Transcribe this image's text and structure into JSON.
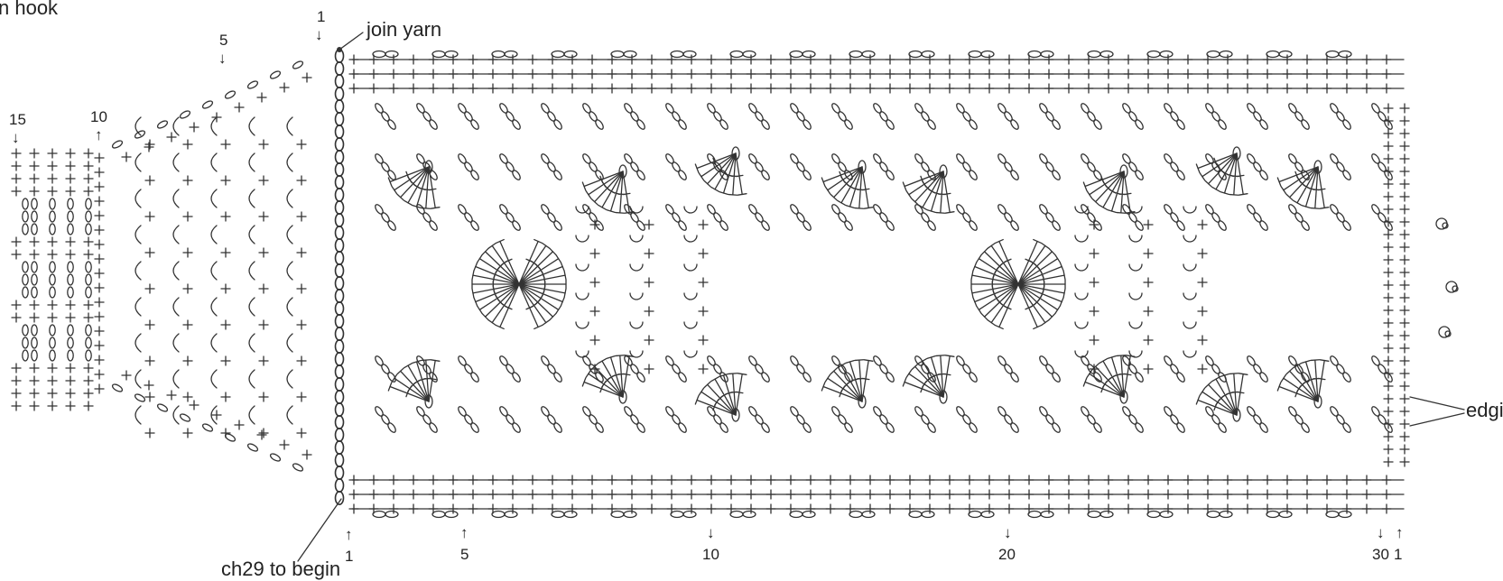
{
  "title": "n hook",
  "annotations": {
    "join_yarn": "join yarn",
    "ch29_to_begin": "ch29 to begin",
    "edging": "edging"
  },
  "row_labels": {
    "top_1": "1",
    "top_5": "5",
    "left_10": "10",
    "left_15": "15",
    "bottom_1": "1",
    "bottom_5": "5",
    "bottom_10": "10",
    "bottom_20": "20",
    "bottom_30": "30",
    "bottom_1b": "1"
  },
  "arrows": {
    "down": "↓",
    "up": "↑"
  },
  "colors": {
    "ink": "#333333",
    "background": "#ffffff"
  }
}
